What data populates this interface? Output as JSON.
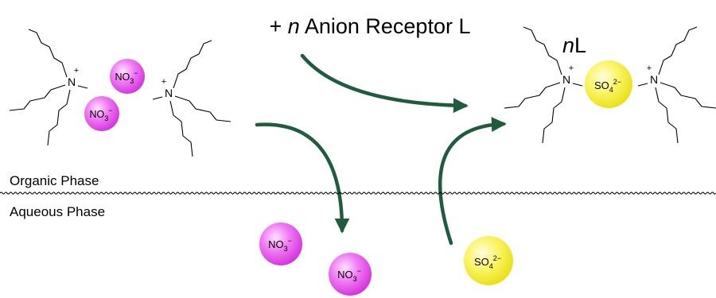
{
  "title": {
    "prefix": "+ ",
    "italic": "n",
    "rest": " Anion Receptor L"
  },
  "receptor_label": {
    "italic": "n",
    "rest": "L"
  },
  "phases": {
    "organic": "Organic Phase",
    "aqueous": "Aqueous Phase"
  },
  "ions": {
    "nitrate": {
      "base": "NO",
      "sub": "3",
      "sup": "−"
    },
    "sulfate": {
      "base": "SO",
      "sub": "4",
      "sup": "2−"
    }
  },
  "ammonium": {
    "atom": "N",
    "charge": "+"
  },
  "colors": {
    "arrow": "#1f5c3f",
    "nitrate_fill": "#e040e8",
    "sulfate_fill": "#f2ee1e",
    "line": "#000000"
  }
}
